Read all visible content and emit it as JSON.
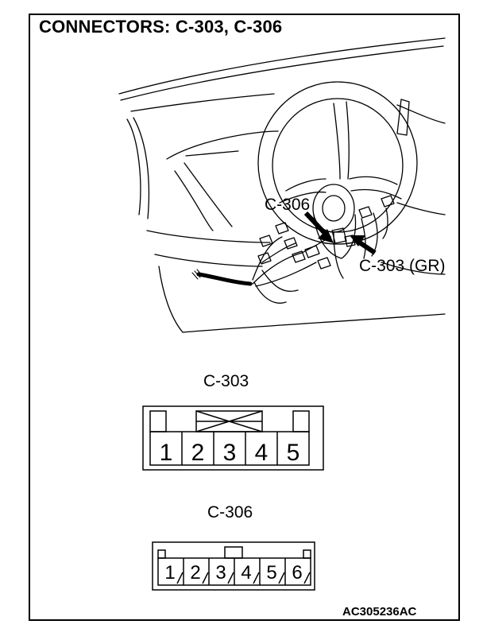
{
  "title": "CONNECTORS: C-303, C-306",
  "callouts": {
    "c306": "C-306",
    "c303": "C-303 (GR)"
  },
  "connector_a": {
    "name": "C-303",
    "pins": [
      "1",
      "2",
      "3",
      "4",
      "5"
    ]
  },
  "connector_b": {
    "name": "C-306",
    "pins": [
      "1",
      "2",
      "3",
      "4",
      "5",
      "6"
    ]
  },
  "reference_code": "AC305236AC"
}
